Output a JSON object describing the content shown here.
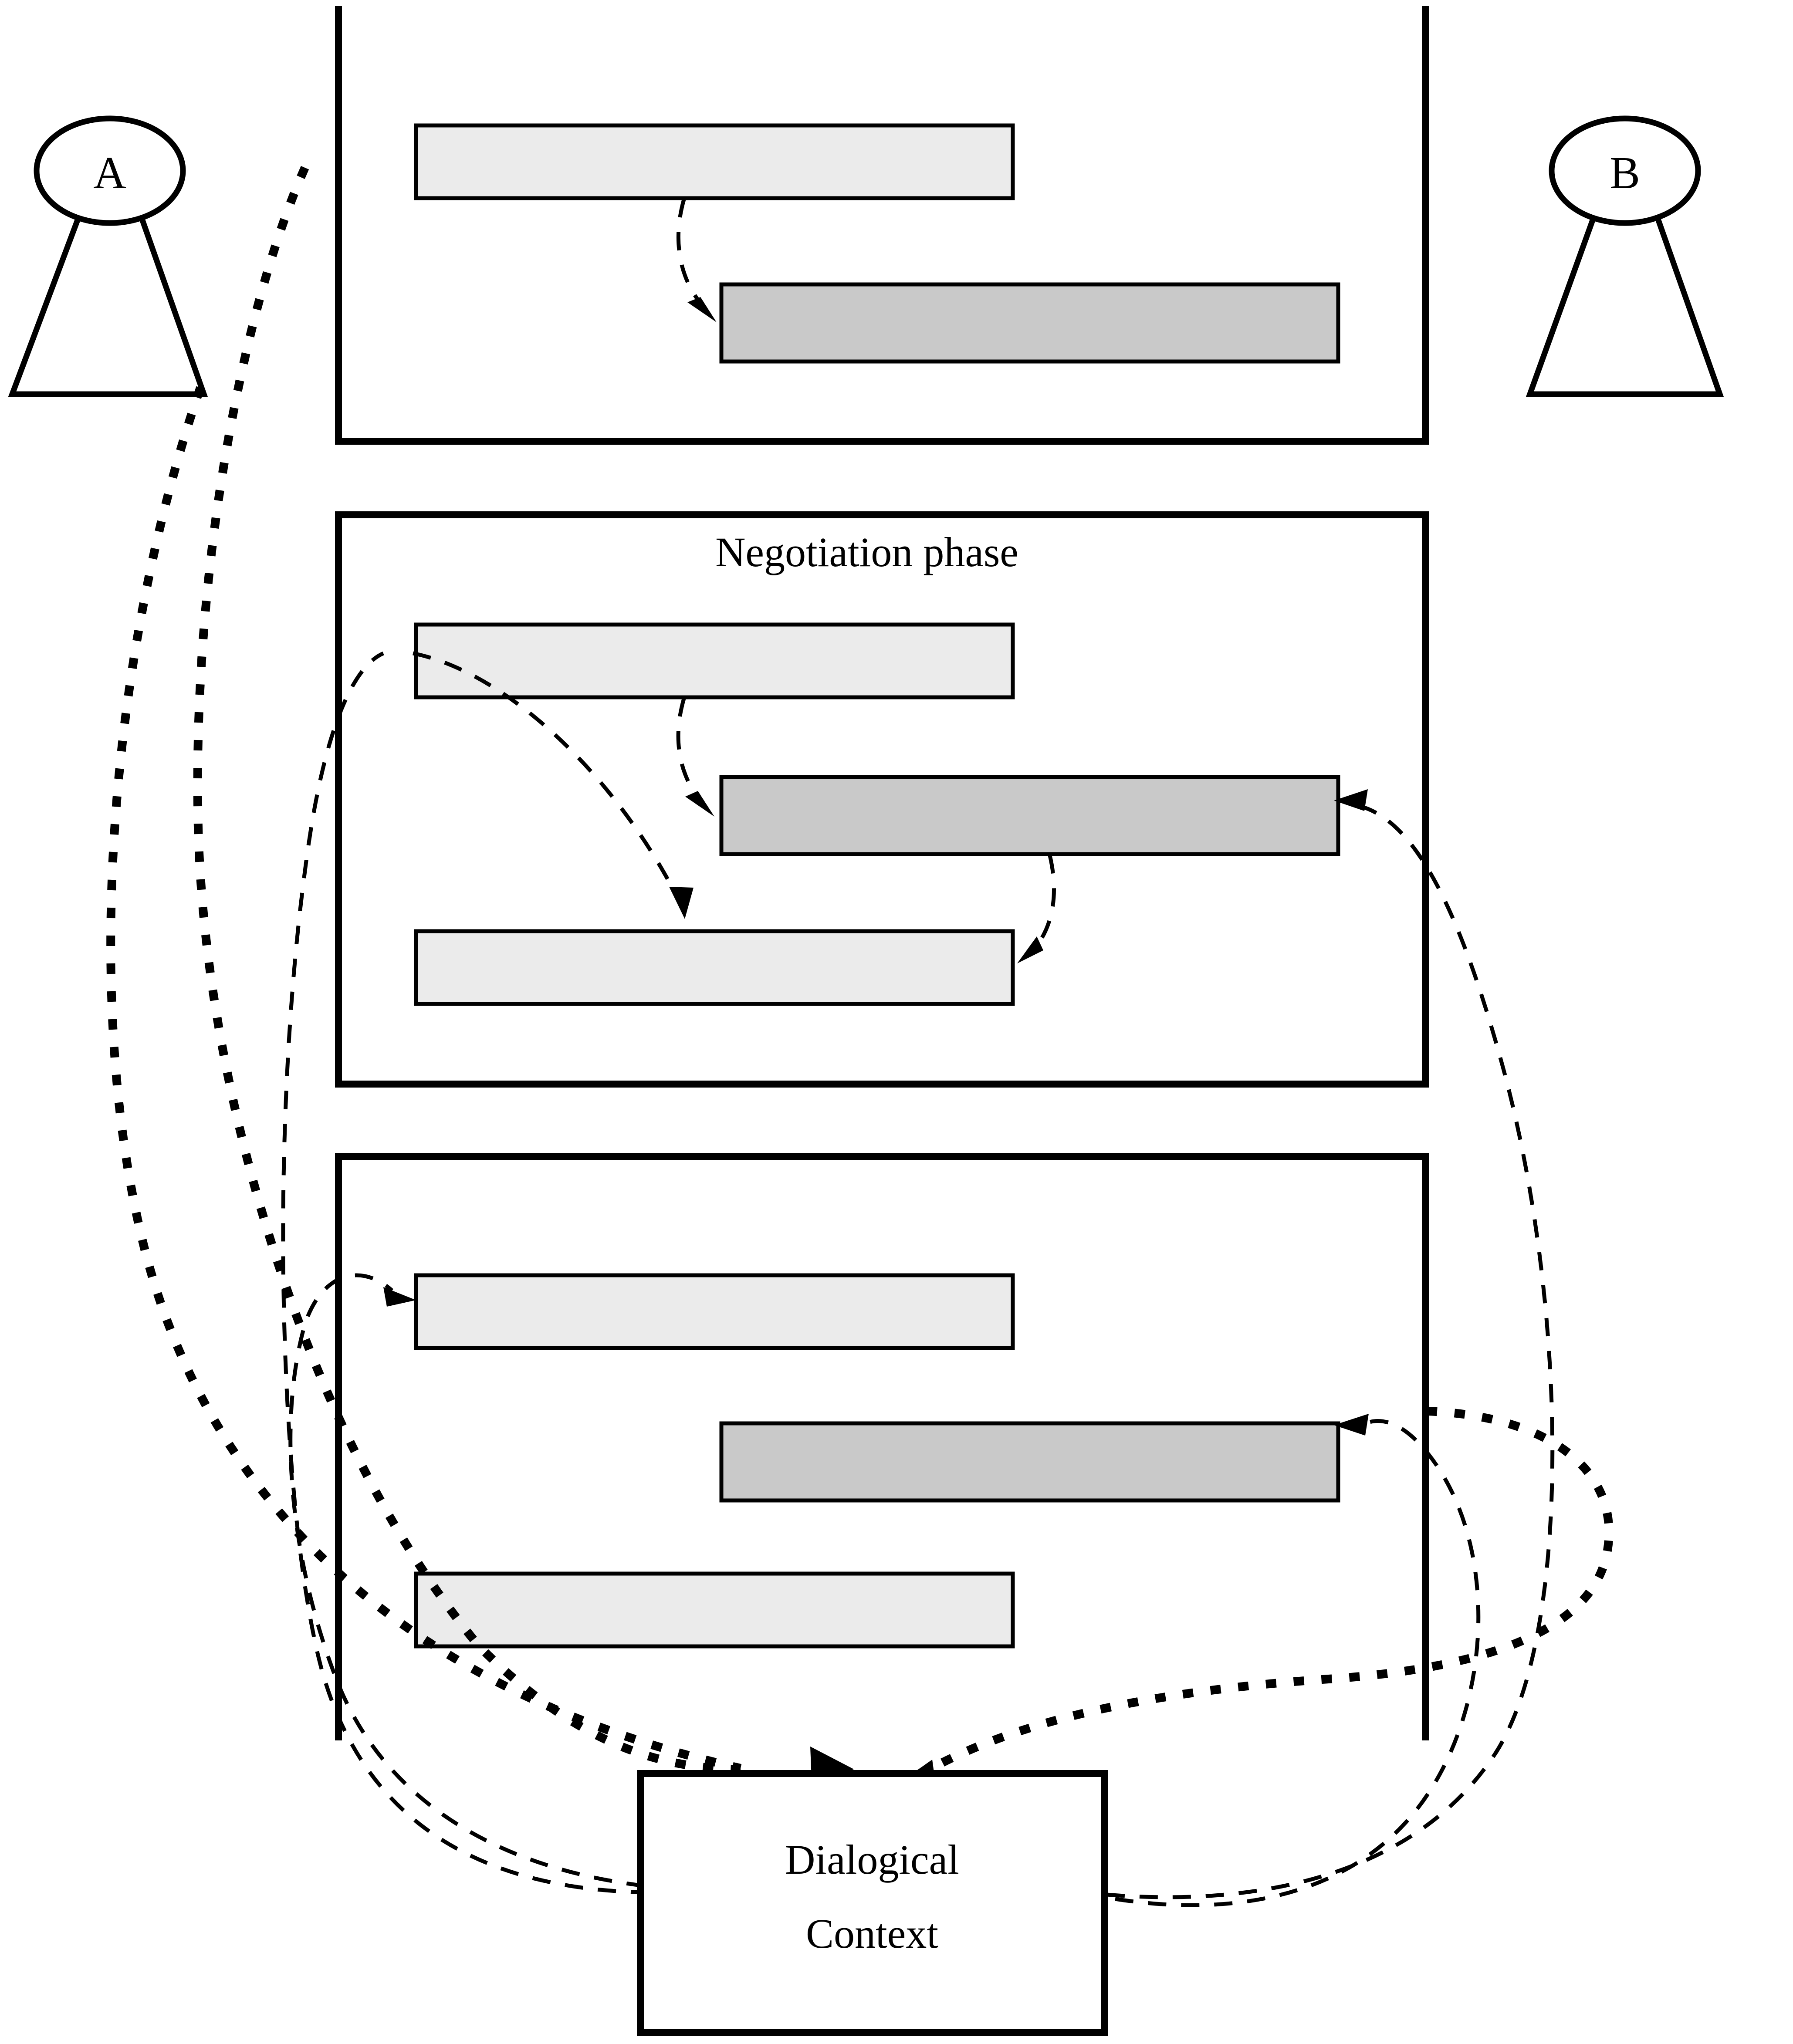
{
  "diagram": {
    "title_visible": false,
    "background_color": "#ffffff",
    "stroke_color": "#000000",
    "bar_light_color": "#ebebeb",
    "bar_dark_color": "#c9c9c9"
  },
  "actors": [
    {
      "id": "actor-a",
      "label": "A",
      "side": "left"
    },
    {
      "id": "actor-b",
      "label": "B",
      "side": "right"
    }
  ],
  "panels": [
    {
      "id": "panel-top",
      "label": "",
      "open_edge": "top",
      "bars": [
        {
          "id": "top-bar-1",
          "tone": "light",
          "owner": "A"
        },
        {
          "id": "top-bar-2",
          "tone": "dark",
          "owner": "B"
        }
      ]
    },
    {
      "id": "panel-negotiation",
      "label": "Negotiation phase",
      "open_edge": "none",
      "bars": [
        {
          "id": "neg-bar-1",
          "tone": "light",
          "owner": "A"
        },
        {
          "id": "neg-bar-2",
          "tone": "dark",
          "owner": "B"
        },
        {
          "id": "neg-bar-3",
          "tone": "light",
          "owner": "A"
        }
      ]
    },
    {
      "id": "panel-bottom",
      "label": "",
      "open_edge": "bottom",
      "bars": [
        {
          "id": "bot-bar-1",
          "tone": "light",
          "owner": "A"
        },
        {
          "id": "bot-bar-2",
          "tone": "dark",
          "owner": "B"
        },
        {
          "id": "bot-bar-3",
          "tone": "light",
          "owner": "A"
        }
      ]
    }
  ],
  "context_box": {
    "id": "dialogical-context",
    "line1": "Dialogical",
    "line2": "Context"
  },
  "link_styles": {
    "within_panel": "dashed",
    "to_context": "dotted"
  }
}
